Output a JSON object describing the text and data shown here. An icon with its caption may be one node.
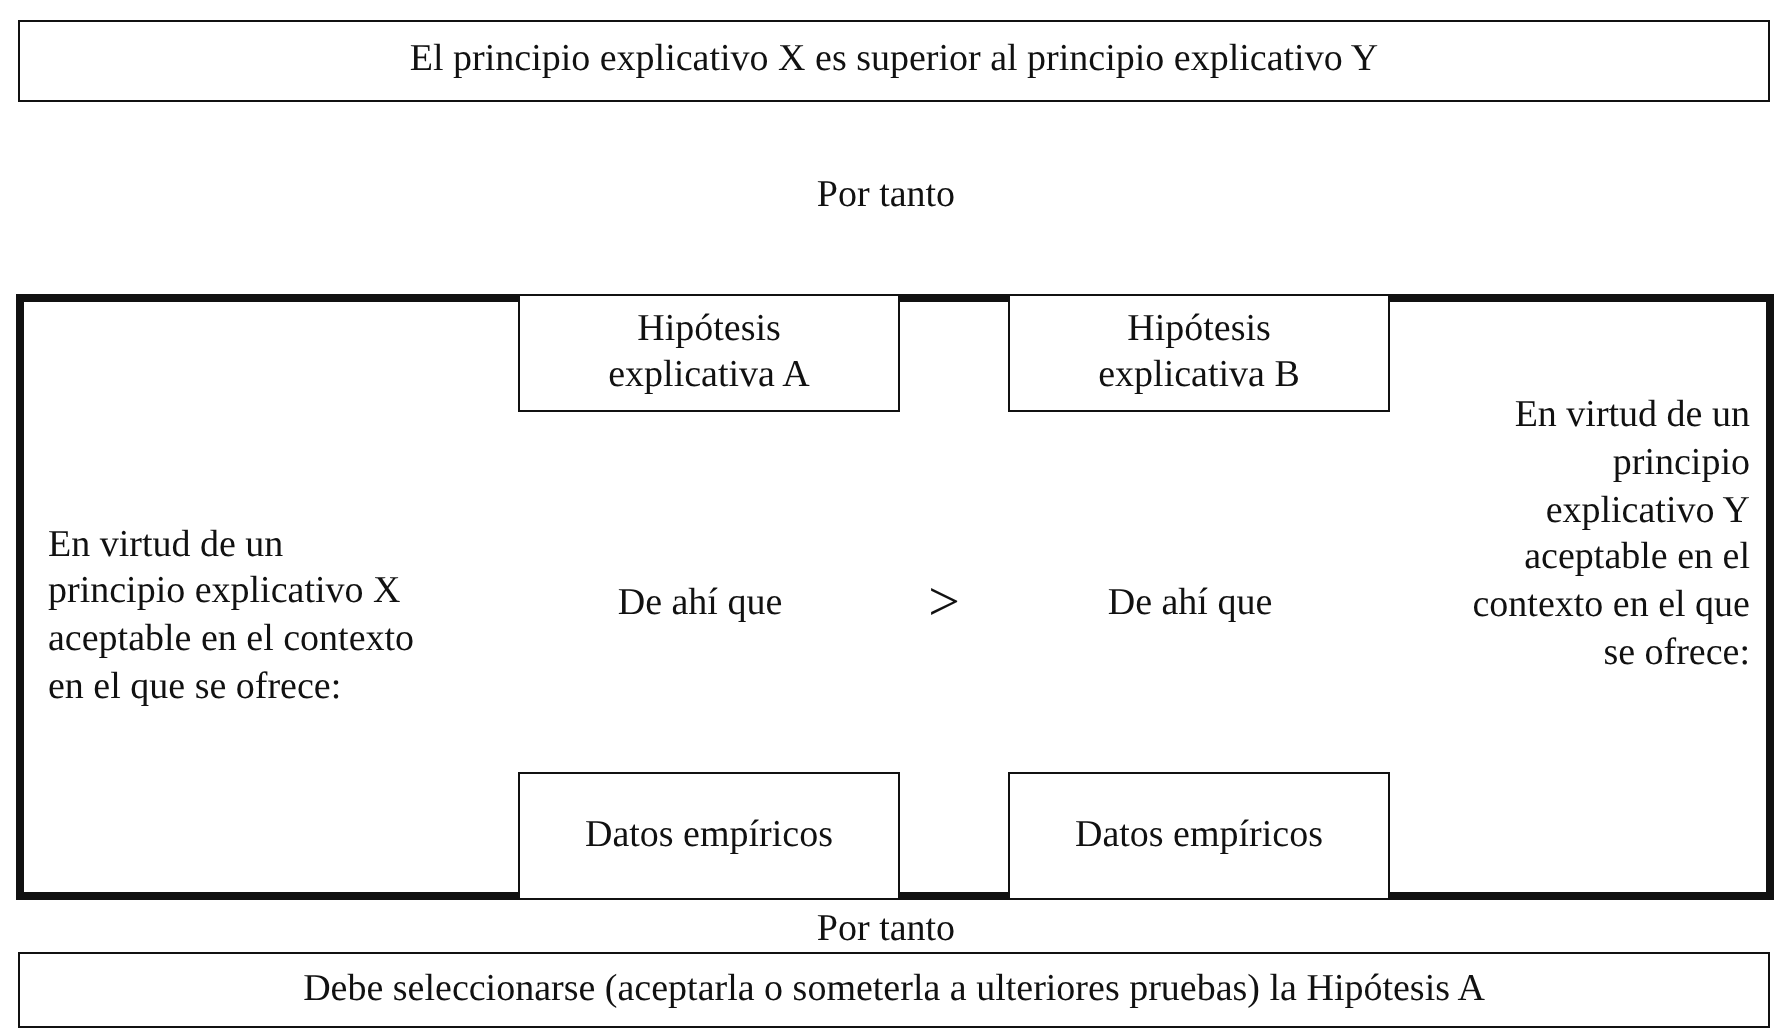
{
  "diagram": {
    "nodes": [
      {
        "text": [
          "El principio explicativo X es superior al principio explicativo Y"
        ]
      },
      {
        "text": [],
        "shape": "box"
      },
      {
        "text": [
          "Hipótesis explicativa A"
        ],
        "in": 1
      },
      {
        "text": [
          "Hipótesis explicativa B"
        ],
        "in": 1
      },
      {
        "text": [
          "Datos empíricos"
        ],
        "in": 1
      },
      {
        "text": [
          "Datos empíricos"
        ],
        "in": 1
      },
      {
        "text": [
          "Debe seleccionarse (aceptarla o someterla a ulteriores pruebas) la Hipótesis A"
        ]
      }
    ],
    "edges": [],
    "labels": [
      "Por tanto",
      "En virtud de un principio explicativo X aceptable en el contexto en el que se ofrece:",
      "De ahí que",
      ">",
      "De ahí que",
      "En virtud de un principio explicativo Y aceptable en el contexto en el que se ofrece:",
      "Por tanto"
    ]
  }
}
